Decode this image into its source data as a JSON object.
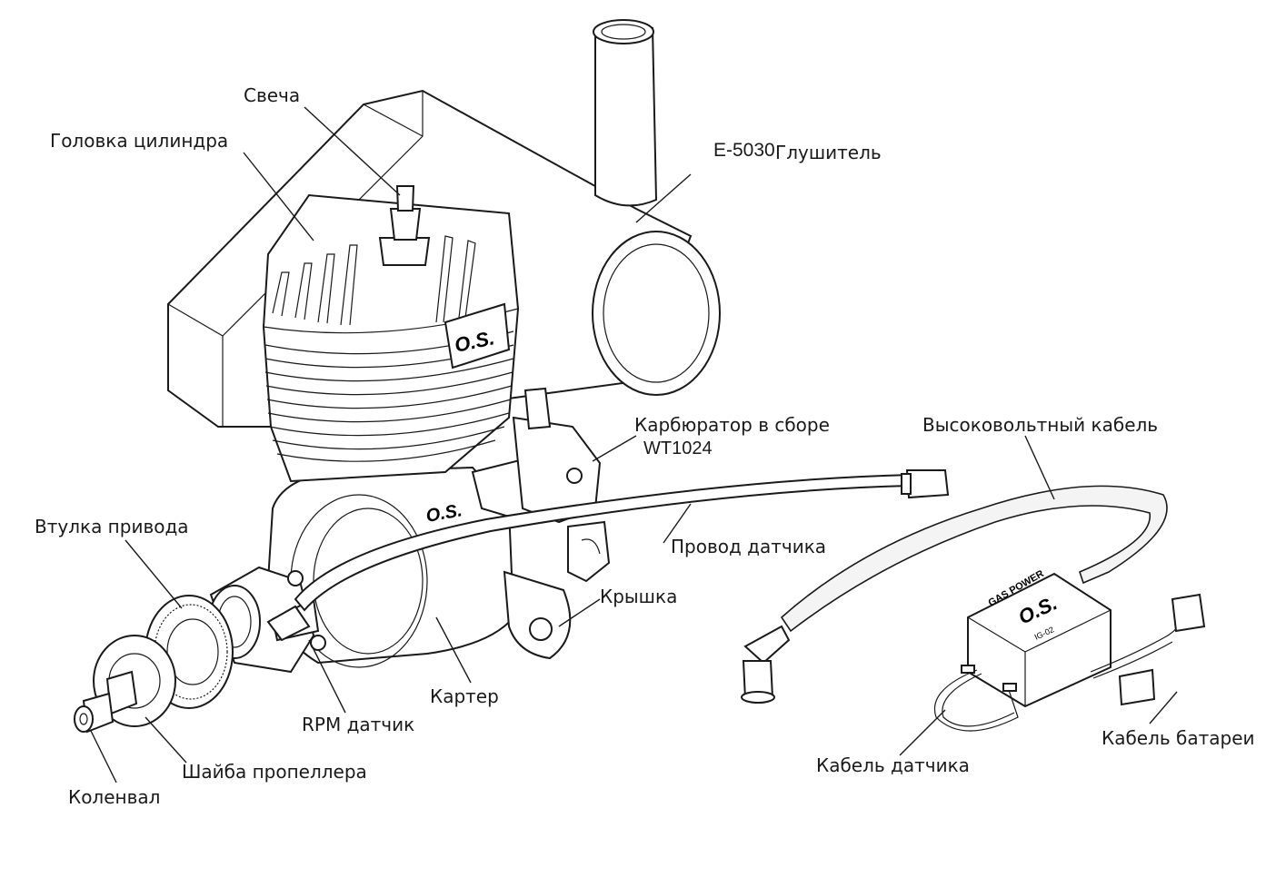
{
  "labels": {
    "spark_plug": "Свеча",
    "cylinder_head": "Головка цилиндра",
    "muffler_model": "E-5030",
    "muffler": "Глушитель",
    "carburetor": "Карбюратор в сборе",
    "carburetor_model": "WT1024",
    "hv_cable": "Высоковольтный кабель",
    "drive_hub": "Втулка привода",
    "sensor_wire": "Провод датчика",
    "cover": "Крышка",
    "crankcase": "Картер",
    "rpm_sensor": "RPM датчик",
    "prop_washer": "Шайба пропеллера",
    "crankshaft": "Коленвал",
    "sensor_cable": "Кабель датчика",
    "battery_cable": "Кабель батареи"
  },
  "markings": {
    "head_logo": "O.S.",
    "case_logo": "O.S.",
    "ignition_brand": "GAS POWER",
    "ignition_logo": "O.S.",
    "ignition_model": "IG-02"
  }
}
